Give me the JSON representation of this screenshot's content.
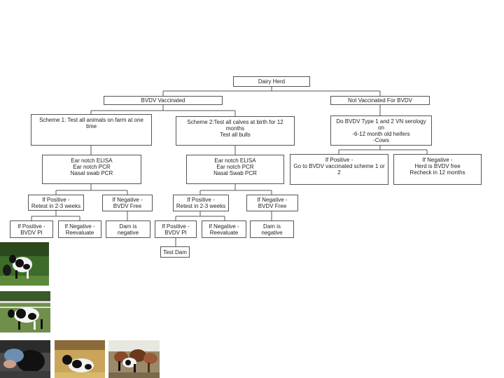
{
  "nodes": {
    "dairy_herd": "Dairy Herd",
    "bvdv_vaccinated": "BVDV Vaccinated",
    "not_vaccinated": "Not Vaccinated For BVDV",
    "scheme1": "Scheme 1: Test all animals on farm at one time",
    "scheme2": "Scheme 2:Test all calves at birth for 12 months\nTest all bulls",
    "serology": "Do BVDV Type 1 and 2 VN serology on\n-6-12 month old heifers\n-Cows",
    "tests1": "Ear notch ELISA\nEar notch PCR\nNasal swab PCR",
    "tests2": "Ear notch ELISA\nEar notch PCR\nNasal Swab PCR",
    "nv_positive": "If Positive -\nGo to BVDV vaccinated scheme 1 or 2",
    "nv_negative": "If Negative -\nHerd is BVDV free\nRecheck in 12 months",
    "s1_positive": "If Positive -\nRetest in 2-3 weeks",
    "s1_negative": "If Negative -\nBVDV Free",
    "s2_positive": "If Positive -\nRetest in 2-3 weeks",
    "s2_negative": "If Negative -\nBVDV Free",
    "s1_pi": "If Positive -\nBVDV PI",
    "s1_reeval": "If Negative -\nReevaluate",
    "s1_dam_neg": "Dam is negative",
    "s2_pi": "If Positive -\nBVDV PI",
    "s2_reeval": "If Negative -\nReevaluate",
    "s2_dam_neg": "Dam is negative",
    "test_dam": "Test Dam"
  },
  "colors": {
    "line": "#555555",
    "box_border": "#555555"
  }
}
